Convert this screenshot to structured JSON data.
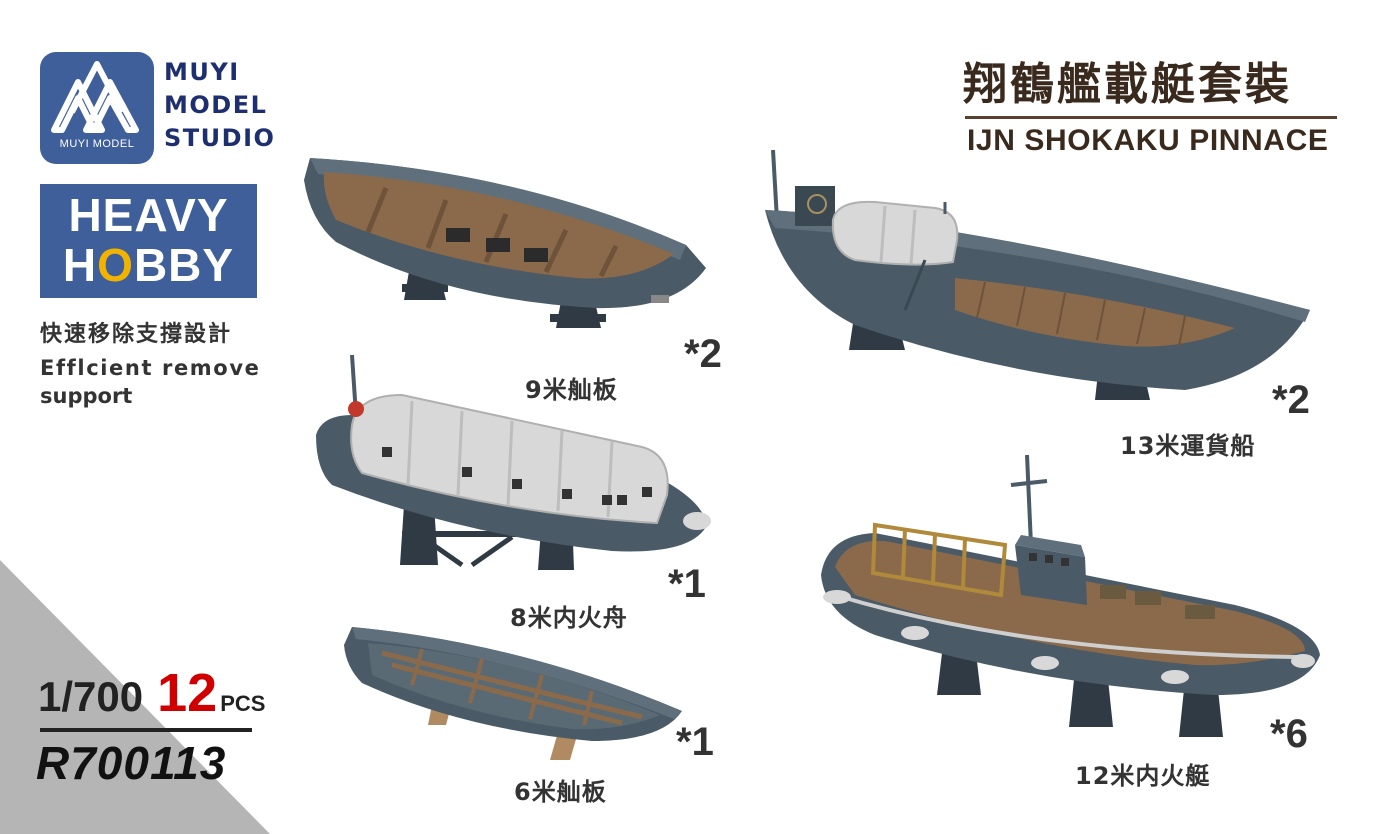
{
  "brand": {
    "logo_caption": "MUYI MODEL",
    "name_lines": [
      "MUYI",
      "MODEL",
      "STUDIO"
    ]
  },
  "heavy_hobby": {
    "line1": "HEAVY",
    "line2_pre": "H",
    "line2_o": "O",
    "line2_post": "BBY"
  },
  "support": {
    "cn": "快速移除支撐設計",
    "en_line1": "Efflcient remove",
    "en_line2": "support"
  },
  "title": {
    "cn": "翔鶴艦載艇套裝",
    "en": "IJN SHOKAKU PINNACE"
  },
  "spec": {
    "scale": "1/700",
    "count": "12",
    "pcs": "PCS",
    "code": "R700113"
  },
  "boats": [
    {
      "label": "9米舢板",
      "qty": "*2"
    },
    {
      "label": "13米運貨船",
      "qty": "*2"
    },
    {
      "label": "8米内火舟",
      "qty": "*1"
    },
    {
      "label": "12米内火艇",
      "qty": "*6"
    },
    {
      "label": "6米舢板",
      "qty": "*1"
    }
  ],
  "colors": {
    "brand_blue": "#3f5f9b",
    "accent_yellow": "#f2b300",
    "count_red": "#d10000",
    "hull_grey": "#4a5a66",
    "deck_wood": "#8a6a4a"
  }
}
